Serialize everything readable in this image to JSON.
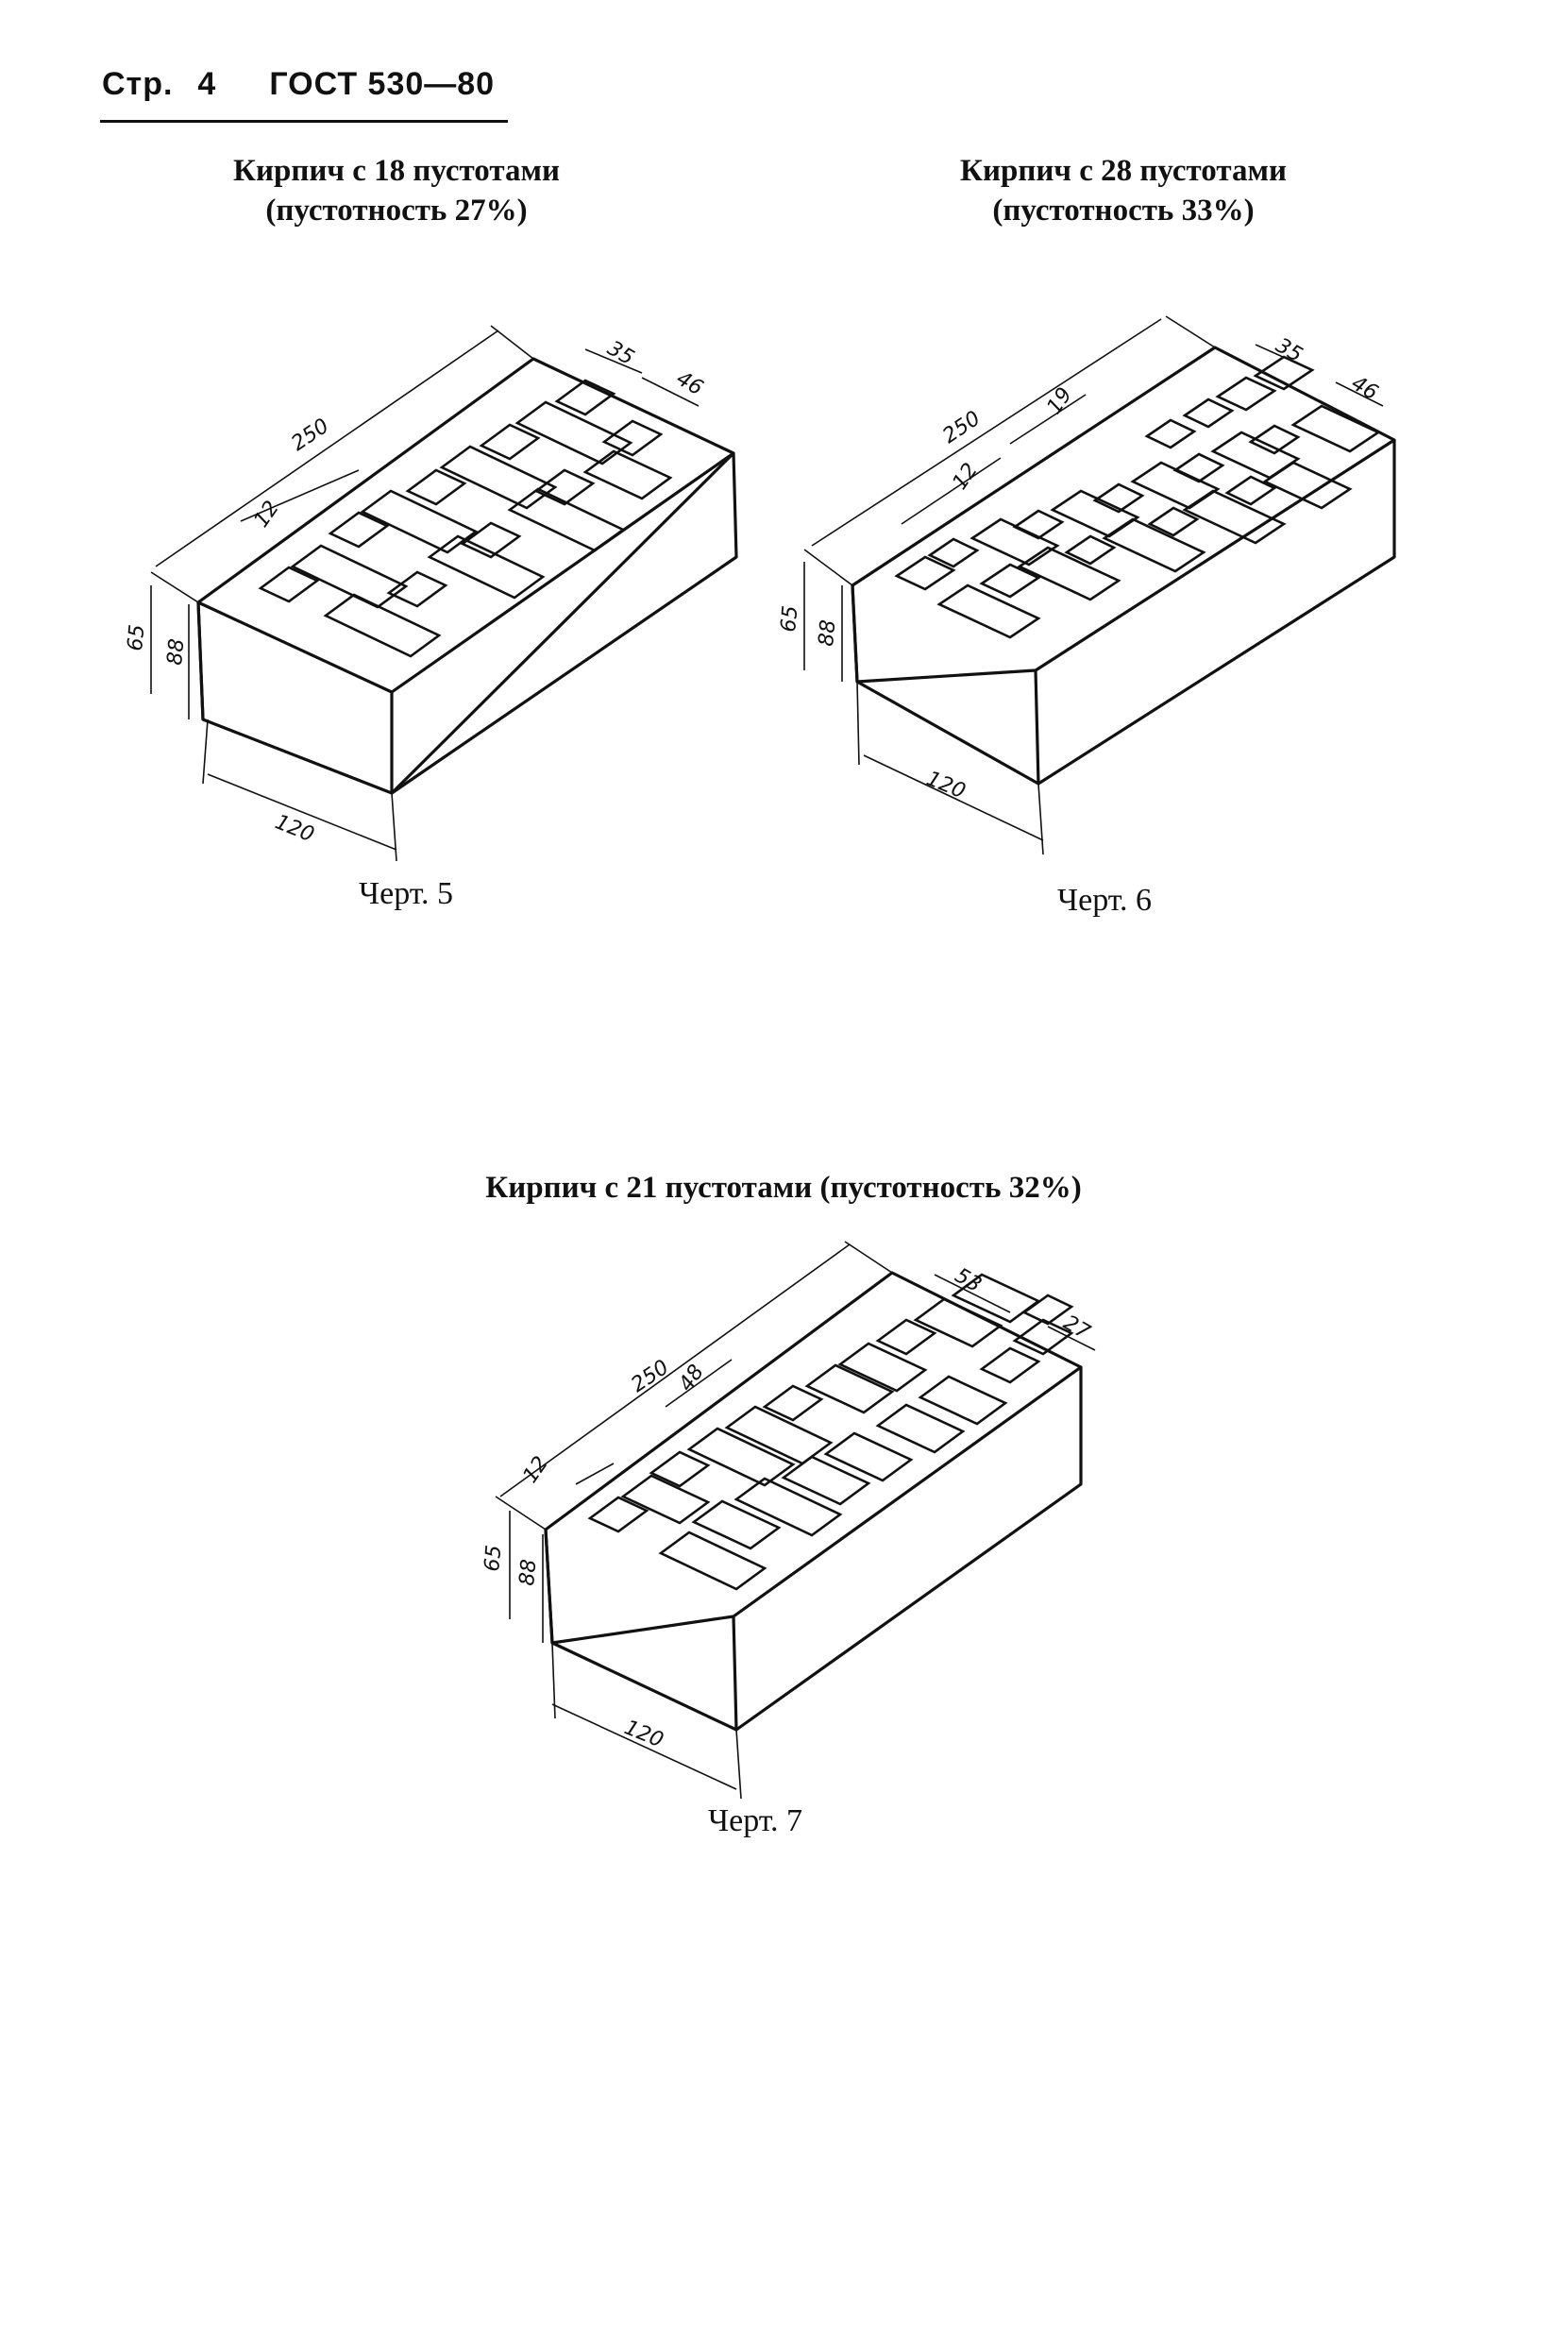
{
  "header": {
    "page_label": "Стр.",
    "page_number": "4",
    "standard": "ГОСТ 530—80"
  },
  "figures": [
    {
      "title": "Кирпич с 18 пустотами",
      "subtitle": "(пустотность 27%)",
      "label": "Черт. 5",
      "dims": {
        "length": "250",
        "width": "120",
        "height_a": "65",
        "height_b": "88",
        "d1": "35",
        "d2": "46",
        "d3": "12"
      }
    },
    {
      "title": "Кирпич с 28 пустотами",
      "subtitle": "(пустотность 33%)",
      "label": "Черт. 6",
      "dims": {
        "length": "250",
        "width": "120",
        "height_a": "65",
        "height_b": "88",
        "d1": "35",
        "d2": "46",
        "d3": "12",
        "d4": "19"
      }
    },
    {
      "title": "Кирпич с 21 пустотами (пустотность 32%)",
      "label": "Черт. 7",
      "dims": {
        "length": "250",
        "width": "120",
        "height_a": "65",
        "height_b": "88",
        "d1": "53",
        "d2": "27",
        "d3": "12",
        "d4": "48"
      }
    }
  ]
}
